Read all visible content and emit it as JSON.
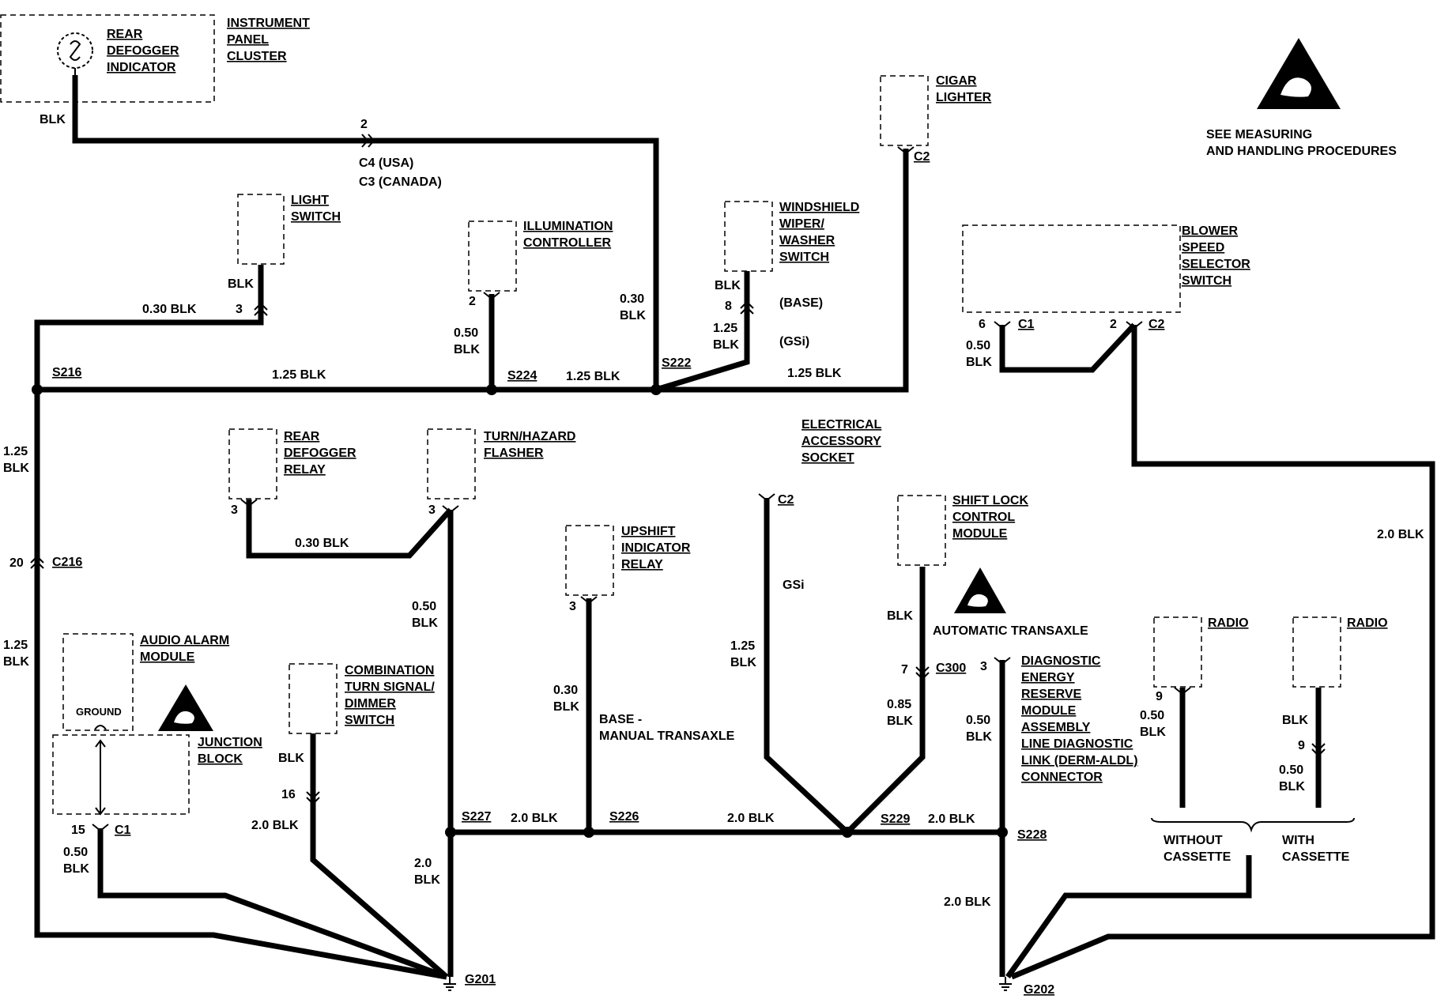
{
  "components": {
    "rear_defogger_indicator": "REAR\nDEFOGGER\nINDICATOR",
    "instrument_panel_cluster": "INSTRUMENT\nPANEL\nCLUSTER",
    "cigar_lighter": "CIGAR\nLIGHTER",
    "light_switch": "LIGHT\nSWITCH",
    "illumination_controller": "ILLUMINATION\nCONTROLLER",
    "windshield_wiper_washer_switch": "WINDSHIELD\nWIPER/\nWASHER\nSWITCH",
    "blower_speed_selector_switch": "BLOWER\nSPEED\nSELECTOR\nSWITCH",
    "rear_defogger_relay": "REAR\nDEFOGGER\nRELAY",
    "turn_hazard_flasher": "TURN/HAZARD\nFLASHER",
    "electrical_accessory_socket": "ELECTRICAL\nACCESSORY\nSOCKET",
    "shift_lock_control_module": "SHIFT LOCK\nCONTROL\nMODULE",
    "upshift_indicator_relay": "UPSHIFT\nINDICATOR\nRELAY",
    "audio_alarm_module": "AUDIO ALARM\nMODULE",
    "junction_block": "JUNCTION\nBLOCK",
    "combination_switch": "COMBINATION\nTURN SIGNAL/\nDIMMER\nSWITCH",
    "derm": "DIAGNOSTIC\nENERGY\nRESERVE\nMODULE\nASSEMBLY\nLINE DIAGNOSTIC\nLINK (DERM-ALDL)\nCONNECTOR",
    "radio_1": "RADIO",
    "radio_2": "RADIO",
    "ground_label": "GROUND"
  },
  "notes": {
    "esd_note": "SEE                         MEASURING\nAND HANDLING PROCEDURES",
    "automatic_transaxle": "AUTOMATIC TRANSAXLE",
    "base_manual": "BASE -\nMANUAL  TRANSAXLE",
    "gsi": "GSi",
    "base": "(BASE)",
    "gsi_paren": "(GSi)",
    "without_cassette": "WITHOUT\nCASSETTE",
    "with_cassette": "WITH\nCASSETTE",
    "c4_usa": "C4 (USA)",
    "c3_canada": "C3 (CANADA)"
  },
  "splices": {
    "s216": "S216",
    "s224": "S224",
    "s222": "S222",
    "s227": "S227",
    "s226": "S226",
    "s229": "S229",
    "s228": "S228",
    "g201": "G201",
    "g202": "G202",
    "c216": "C216",
    "c300": "C300"
  },
  "wire_labels": {
    "blk_top": "BLK",
    "pin2_top": "2",
    "blk_light": "BLK",
    "w030_light": "0.30 BLK",
    "pin3_light": "3",
    "pin2_illum": "2",
    "w050_illum": "0.50\nBLK",
    "w030_c4": "0.30\nBLK",
    "blk_wiper": "BLK",
    "pin8_wiper": "8",
    "w125_wiper": "1.25\nBLK",
    "pin6_blower": "6",
    "c1_blower": "C1",
    "pin2_blower": "2",
    "c2_blower": "C2",
    "w050_blower": "0.50\nBLK",
    "c2_cigar": "C2",
    "w125_a": "1.25 BLK",
    "w125_b": "1.25 BLK",
    "w125_c": "1.25 BLK",
    "w125_left_top": "1.25\nBLK",
    "pin20": "20",
    "w125_left_bot": "1.25\nBLK",
    "pin3_defog": "3",
    "pin3_flasher": "3",
    "w030_defog": "0.30 BLK",
    "w050_flasher": "0.50\nBLK",
    "pin3_upshift": "3",
    "w030_upshift": "0.30\nBLK",
    "c2_socket": "C2",
    "w125_socket": "1.25\nBLK",
    "blk_shift": "BLK",
    "pin7": "7",
    "w085": "0.85\nBLK",
    "pin3_derm": "3",
    "w050_derm": "0.50\nBLK",
    "w20_right": "2.0 BLK",
    "pin9_r1": "9",
    "w050_r1": "0.50\nBLK",
    "blk_r2": "BLK",
    "pin9_r2": "9",
    "w050_r2": "0.50\nBLK",
    "pin15": "15",
    "c1_jb": "C1",
    "w050_jb": "0.50\nBLK",
    "blk_combo": "BLK",
    "pin16": "16",
    "w20_combo": "2.0 BLK",
    "w20_g201": "2.0\nBLK",
    "w20_s227": "2.0 BLK",
    "w20_s226": "2.0 BLK",
    "w20_s229": "2.0 BLK",
    "w20_g202": "2.0 BLK"
  }
}
